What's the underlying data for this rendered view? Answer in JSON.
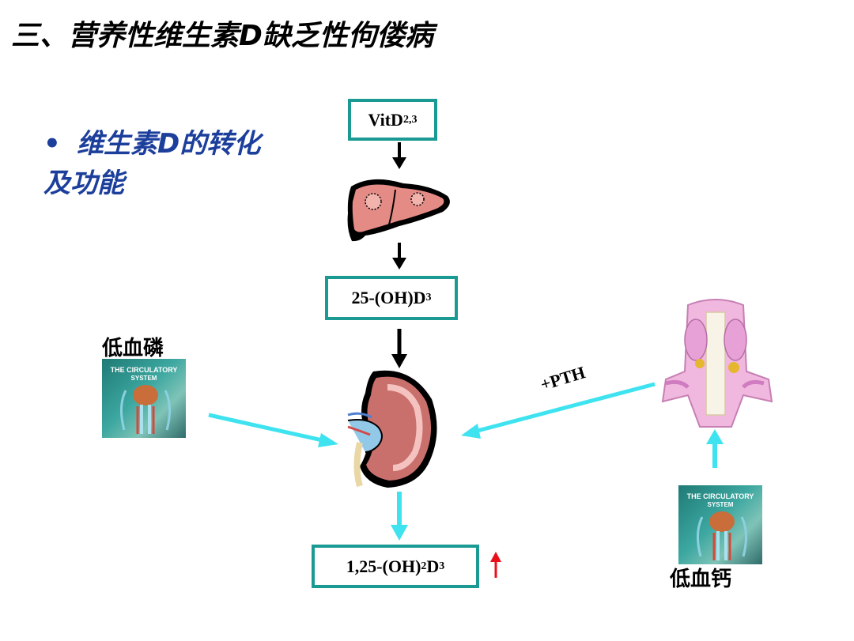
{
  "title": "三、营养性维生素D缺乏性佝偻病",
  "bullet": {
    "marker": "•",
    "line1": "维生素D的转化",
    "line2": "及功能"
  },
  "boxes": {
    "vitd": {
      "main": "VitD",
      "sub": "2,3"
    },
    "hydroxy25": {
      "main": "25-(OH)D",
      "sub": "3"
    },
    "dihydroxy": {
      "pre": "1,25-(OH)",
      "sub1": "2",
      "main": "D",
      "sub2": "3"
    }
  },
  "labels": {
    "low_phosphorus": "低血磷",
    "low_calcium": "低血钙",
    "pth": "+PTH"
  },
  "thumbnail_text": {
    "line1": "THE CIRCULATORY",
    "line2": "SYSTEM"
  },
  "colors": {
    "box_border": "#1a9a93",
    "cyan_arrow": "#3fe3f0",
    "black_arrow": "#000000",
    "up_arrow": "#e8101a",
    "bullet_text": "#1d3f9c"
  },
  "icons": {
    "liver": "liver-icon",
    "kidney": "kidney-icon",
    "parathyroid": "parathyroid-icon",
    "up_arrow": "up-arrow-icon"
  }
}
